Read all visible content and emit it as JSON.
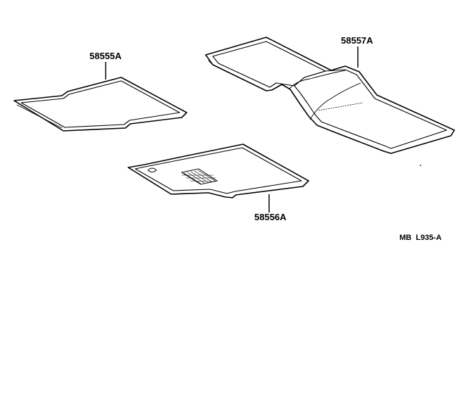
{
  "parts": [
    {
      "id": "front-mat-left",
      "label": "58555A"
    },
    {
      "id": "front-mat-right",
      "label": "58556A"
    },
    {
      "id": "rear-mat",
      "label": "58557A"
    }
  ],
  "diagram_code": "MB  L935-A",
  "colors": {
    "line": "#000000",
    "background": "#ffffff"
  }
}
